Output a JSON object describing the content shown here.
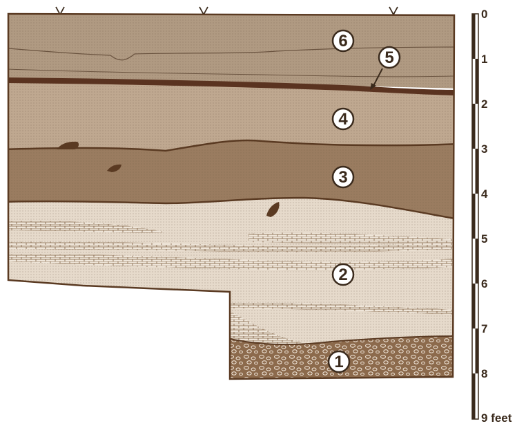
{
  "layers": [
    {
      "id": "1",
      "label": "1"
    },
    {
      "id": "2",
      "label": "2"
    },
    {
      "id": "3",
      "label": "3"
    },
    {
      "id": "4",
      "label": "4"
    },
    {
      "id": "5",
      "label": "5"
    },
    {
      "id": "6",
      "label": "6"
    }
  ],
  "scale": {
    "ticks": [
      "0",
      "1",
      "2",
      "3",
      "4",
      "5",
      "6",
      "7",
      "8"
    ],
    "end_label": "9 feet"
  },
  "colors": {
    "outline": "#5a3a22",
    "layer6": "#b09a82",
    "layer5": "#5a3320",
    "layer4": "#bfa890",
    "layer3": "#9a7c60",
    "layer2": "#e6dacb",
    "layer2_bands": "#c8b49c",
    "layer1": "#8c6a4c"
  }
}
